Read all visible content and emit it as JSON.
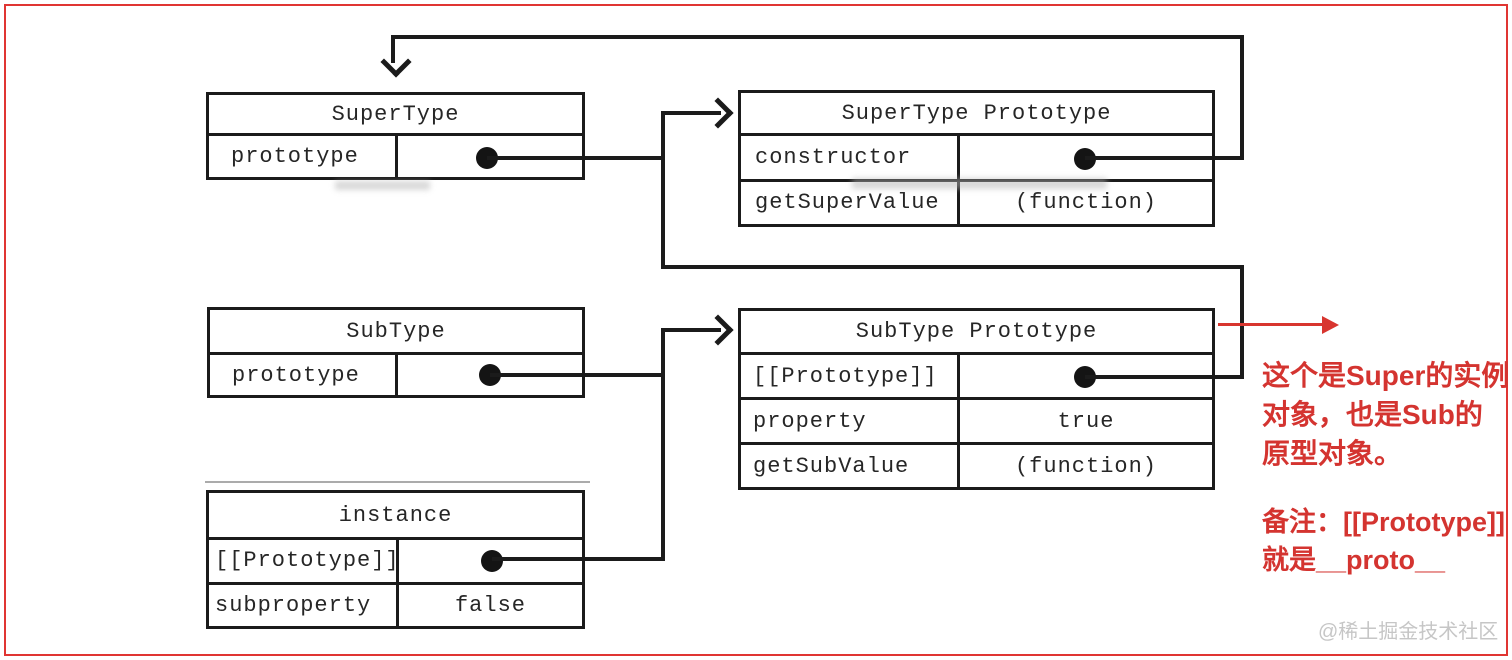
{
  "boxes": [
    {
      "title": "SuperType",
      "rows": [
        {
          "key": "prototype",
          "value": ""
        }
      ]
    },
    {
      "title": "SuperType Prototype",
      "rows": [
        {
          "key": "constructor",
          "value": ""
        },
        {
          "key": "getSuperValue",
          "value": "(function)"
        }
      ]
    },
    {
      "title": "SubType",
      "rows": [
        {
          "key": "prototype",
          "value": ""
        }
      ]
    },
    {
      "title": "SubType Prototype",
      "rows": [
        {
          "key": "[[Prototype]]",
          "value": ""
        },
        {
          "key": "property",
          "value": "true"
        },
        {
          "key": "getSubValue",
          "value": "(function)"
        }
      ]
    },
    {
      "title": "instance",
      "rows": [
        {
          "key": "[[Prototype]]",
          "value": ""
        },
        {
          "key": "subproperty",
          "value": "false"
        }
      ]
    }
  ],
  "notes": {
    "instance_note": {
      "lines": [
        "这个是Super的实例",
        "对象，也是Sub的",
        "原型对象。"
      ]
    },
    "remark_note": {
      "lines": [
        "备注：[[Prototype]]",
        "就是__proto__"
      ]
    }
  },
  "watermark": "@稀土掘金技术社区",
  "colors": {
    "frame_red": "#e03532",
    "annotation_red": "#d43430",
    "line_black": "#1b1b1b"
  }
}
